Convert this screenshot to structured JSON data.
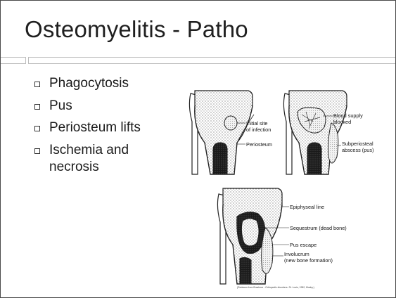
{
  "slide": {
    "title": "Osteomyelitis - Patho",
    "bullets": [
      "Phagocytosis",
      "Pus",
      "Periosteum lifts",
      "Ischemia and necrosis"
    ]
  },
  "figure": {
    "panel1": {
      "labels": [
        "Initial site",
        "of infection",
        "Periosteum"
      ]
    },
    "panel2": {
      "labels": [
        "Blood supply",
        "blocked",
        "Subperiosteal",
        "abscess (pus)"
      ]
    },
    "panel3": {
      "labels": [
        "Epiphyseal line",
        "Sequestrum (dead bone)",
        "Pus escape",
        "Involucrum",
        "(new bone formation)"
      ]
    },
    "credit": "(Redrawn from Brashear - Orthopedic disorders. St. Louis, 1982, Mosby.)"
  },
  "colors": {
    "text": "#1f1f1f",
    "rule": "#bdbdbd",
    "border": "#4a4a4a"
  }
}
